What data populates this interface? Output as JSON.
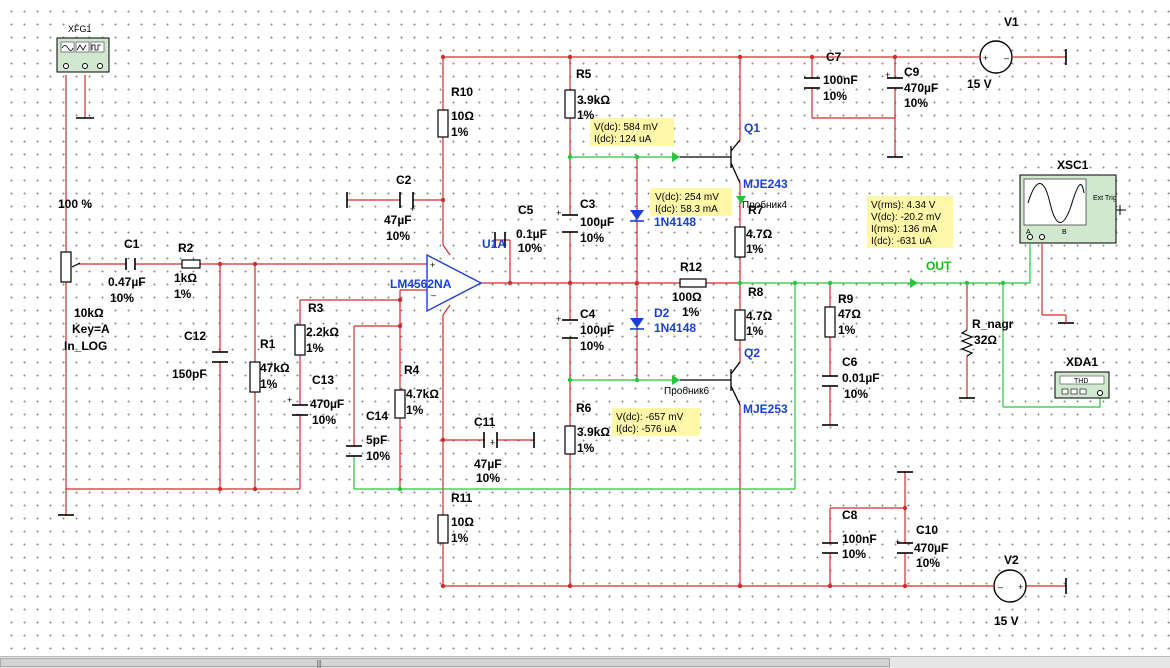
{
  "instruments": {
    "xfg": "XFG1",
    "xsc": "XSC1",
    "xsc_ext_trig": "Ext Trig",
    "xsc_ch_a": "A",
    "xsc_ch_b": "B",
    "xda": "XDA1",
    "xda_thd": "THD"
  },
  "sources": {
    "v1_name": "V1",
    "v1_value": "15 V",
    "v2_name": "V2",
    "v2_value": "15 V"
  },
  "potentiometer": {
    "percent": "100 %",
    "value": "10kΩ",
    "key": "Key=A",
    "taper": "In_LOG"
  },
  "components": {
    "c1": [
      "C1",
      "0.47µF",
      "10%"
    ],
    "r2": [
      "R2",
      "1kΩ",
      "1%"
    ],
    "c12": [
      "C12",
      "150pF"
    ],
    "r1": [
      "R1",
      "47kΩ",
      "1%"
    ],
    "r3": [
      "R3",
      "2.2kΩ",
      "1%"
    ],
    "c13": [
      "C13",
      "470µF",
      "10%"
    ],
    "r4": [
      "R4",
      "4.7kΩ",
      "1%"
    ],
    "c14": [
      "C14",
      "5pF",
      "10%"
    ],
    "c2": [
      "C2",
      "47µF",
      "10%"
    ],
    "r10": [
      "R10",
      "10Ω",
      "1%"
    ],
    "r11": [
      "R11",
      "10Ω",
      "1%"
    ],
    "c11": [
      "C11",
      "47µF",
      "10%"
    ],
    "u1": [
      "U1A",
      "LM4562NA"
    ],
    "c5": [
      "C5",
      "0.1µF",
      "10%"
    ],
    "r5": [
      "R5",
      "3.9kΩ",
      "1%"
    ],
    "c3": [
      "C3",
      "100µF",
      "10%"
    ],
    "d1": "1N4148",
    "d2": [
      "D2",
      "1N4148"
    ],
    "c4": [
      "C4",
      "100µF",
      "10%"
    ],
    "r6": [
      "R6",
      "3.9kΩ",
      "1%"
    ],
    "r12": [
      "R12",
      "100Ω",
      "1%"
    ],
    "q1": [
      "Q1",
      "MJE243"
    ],
    "q2": [
      "Q2",
      "MJE253"
    ],
    "r7": [
      "R7",
      "4.7Ω",
      "1%"
    ],
    "r8": [
      "R8",
      "4.7Ω",
      "1%"
    ],
    "c7": [
      "C7",
      "100nF",
      "10%"
    ],
    "c9": [
      "C9",
      "470µF",
      "10%"
    ],
    "r9": [
      "R9",
      "47Ω",
      "1%"
    ],
    "c6": [
      "C6",
      "0.01µF",
      "10%"
    ],
    "rnagr": [
      "R_nagr",
      "32Ω"
    ],
    "c8": [
      "C8",
      "100nF",
      "10%"
    ],
    "c10": [
      "C10",
      "470µF",
      "10%"
    ]
  },
  "out_label": "OUT",
  "probe_names": {
    "p4": "Пробник4",
    "p6": "Пробник6"
  },
  "probes": {
    "q1_base": [
      "V(dc): 584 mV",
      "I(dc): 124 uA"
    ],
    "diode": [
      "V(dc): 254 mV",
      "I(dc): 58.3 mA"
    ],
    "q2_base": [
      "V(dc): -657 mV",
      "I(dc): -576 uA"
    ],
    "out": [
      "V(rms): 4.34 V",
      "V(dc): -20.2 mV",
      "I(rms): 136 mA",
      "I(dc): -631 uA"
    ]
  },
  "colors": {
    "wire_red": "#d42a2a",
    "wire_green": "#22c83a",
    "label_blue": "#1a3fd6",
    "probe_bg": "#fff8a8"
  }
}
